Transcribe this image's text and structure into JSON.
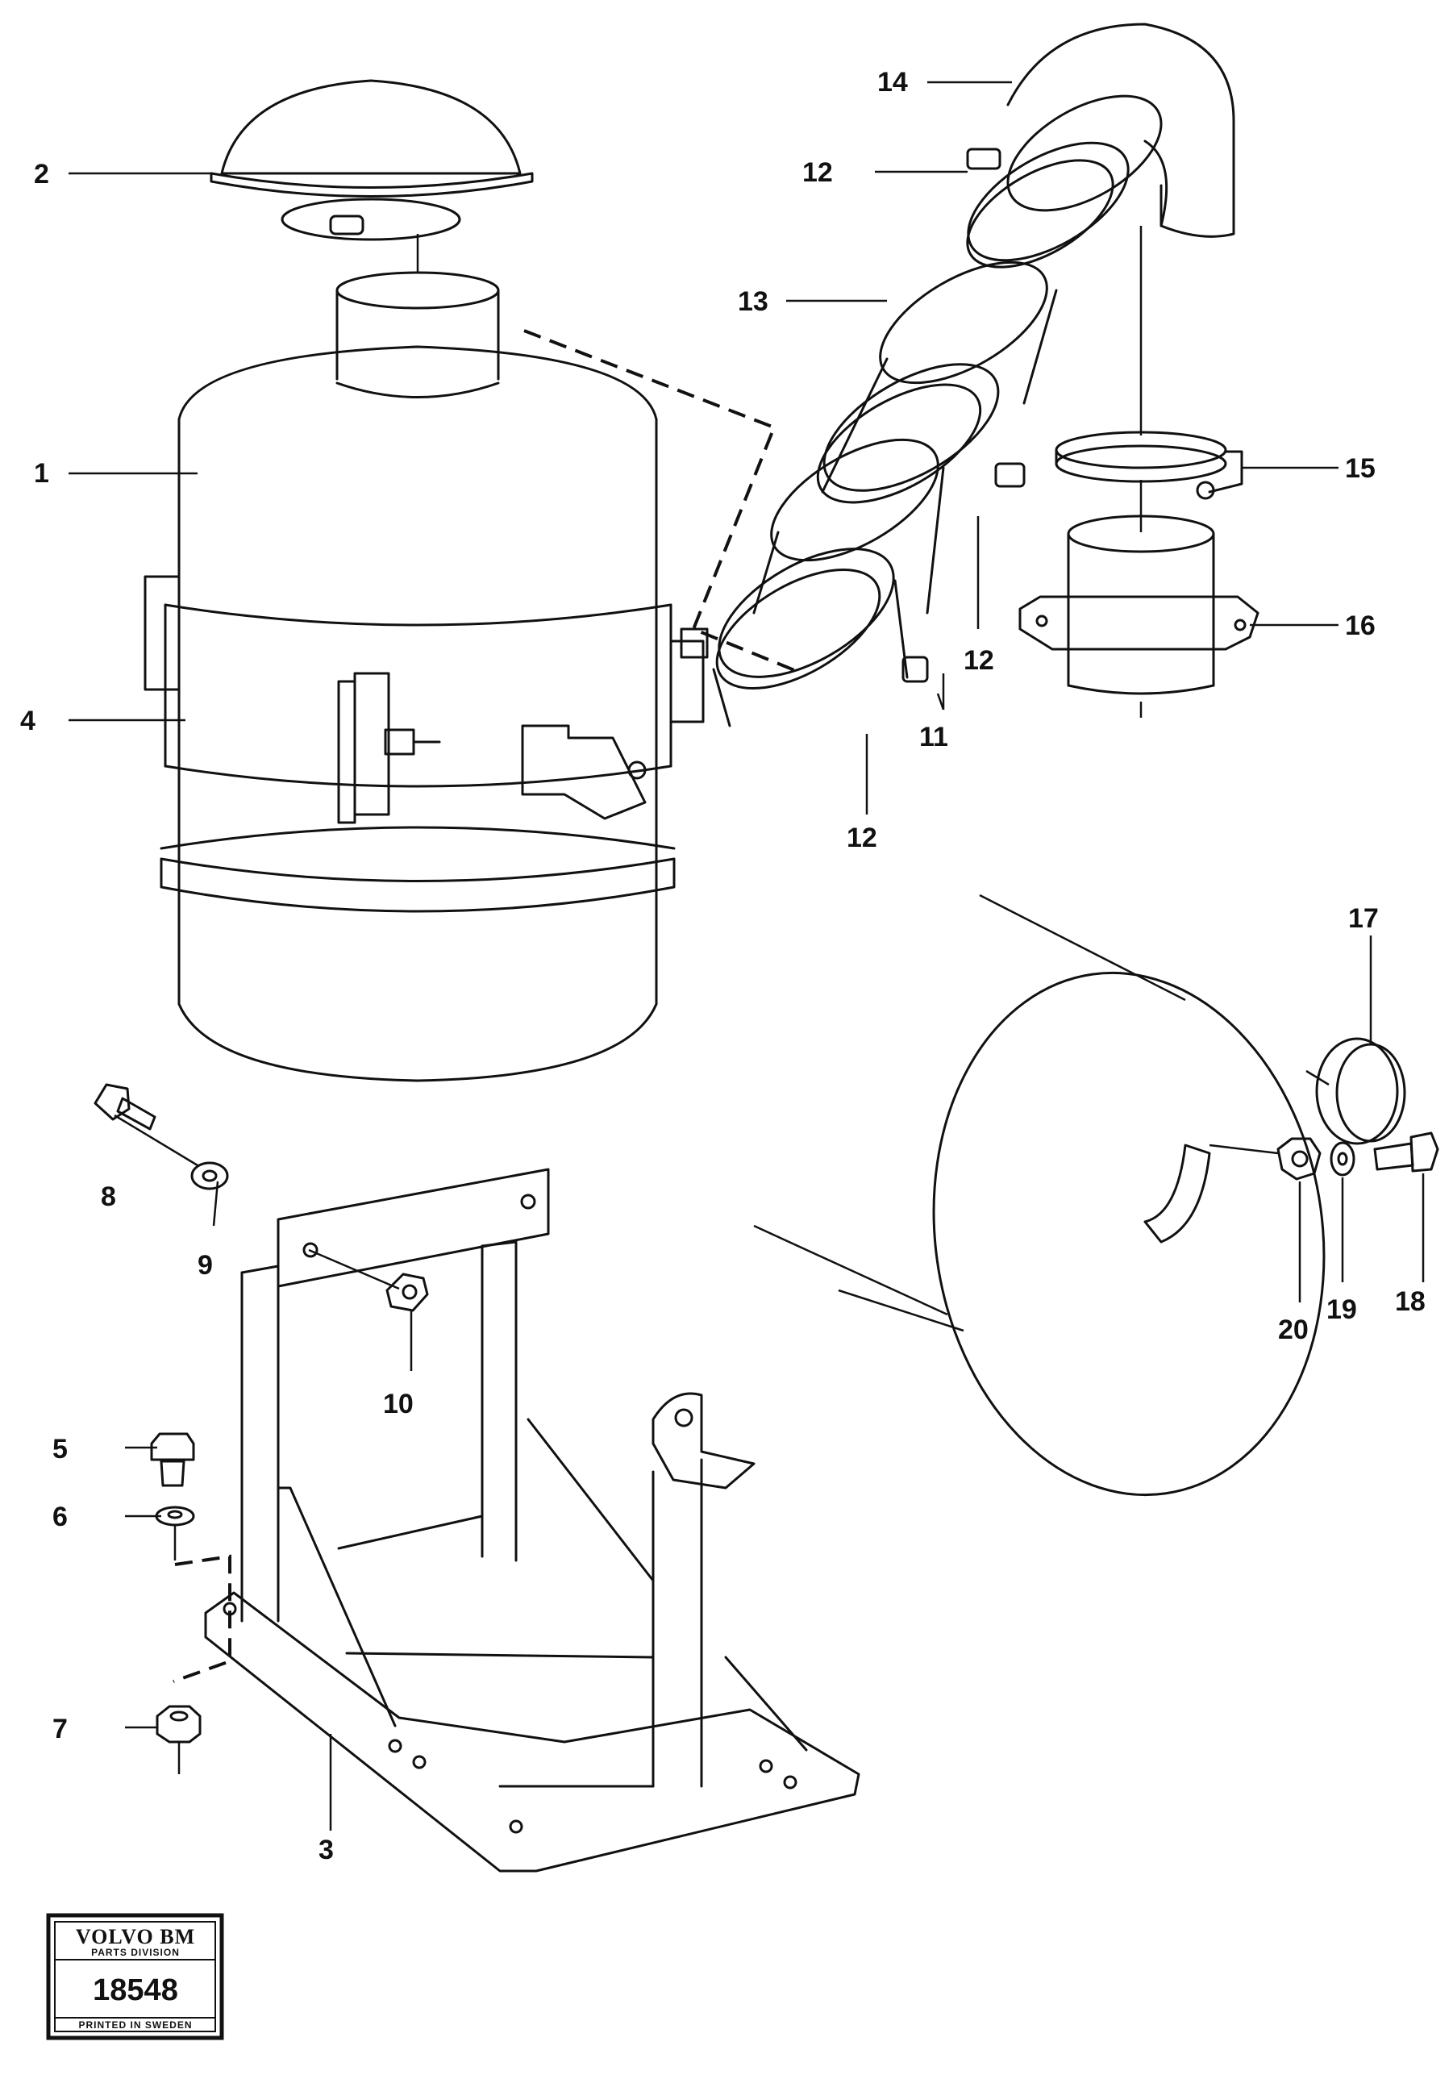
{
  "callouts": [
    {
      "id": "c1",
      "text": "1"
    },
    {
      "id": "c2",
      "text": "2"
    },
    {
      "id": "c3",
      "text": "3"
    },
    {
      "id": "c4",
      "text": "4"
    },
    {
      "id": "c5",
      "text": "5"
    },
    {
      "id": "c6",
      "text": "6"
    },
    {
      "id": "c7",
      "text": "7"
    },
    {
      "id": "c8",
      "text": "8"
    },
    {
      "id": "c9",
      "text": "9"
    },
    {
      "id": "c10",
      "text": "10"
    },
    {
      "id": "c11",
      "text": "11"
    },
    {
      "id": "c12a",
      "text": "12"
    },
    {
      "id": "c12b",
      "text": "12"
    },
    {
      "id": "c12c",
      "text": "12"
    },
    {
      "id": "c13",
      "text": "13"
    },
    {
      "id": "c14",
      "text": "14"
    },
    {
      "id": "c15",
      "text": "15"
    },
    {
      "id": "c16",
      "text": "16"
    },
    {
      "id": "c17",
      "text": "17"
    },
    {
      "id": "c18",
      "text": "18"
    },
    {
      "id": "c19",
      "text": "19"
    },
    {
      "id": "c20",
      "text": "20"
    }
  ],
  "stamp": {
    "brand": "VOLVO BM",
    "division": "PARTS DIVISION",
    "number": "18548",
    "footer": "PRINTED IN SWEDEN"
  },
  "colors": {
    "ink": "#111111",
    "paper": "#ffffff"
  }
}
